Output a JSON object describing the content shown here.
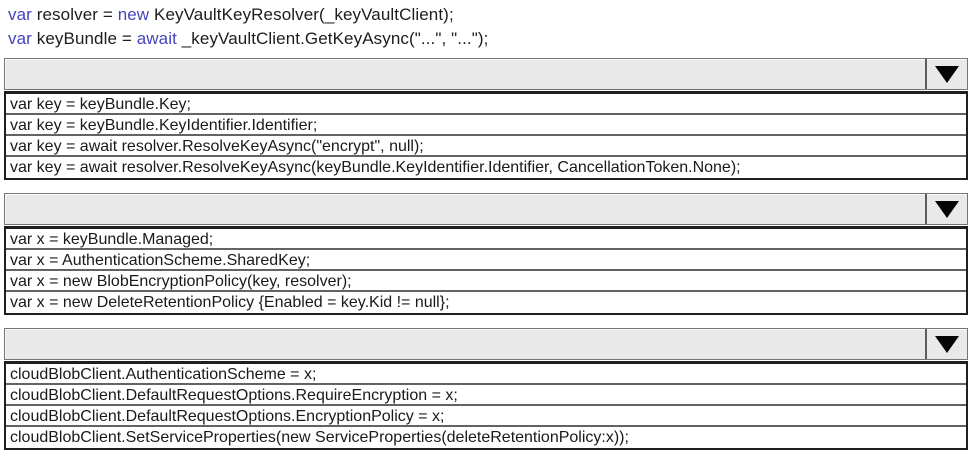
{
  "colors": {
    "keyword_blue": "#4444bb",
    "code_text": "#1c1c1c",
    "dropdown_background": "#e9e9e9",
    "dropdown_border": "#757575",
    "list_border": "#1f1f1f",
    "row_divider": "#636363",
    "arrow_color": "#050505"
  },
  "code_header": {
    "line1": {
      "kw1": "var",
      "t1": " resolver = ",
      "kw2": "new",
      "t2": " KeyVaultKeyResolver(_keyVaultClient);"
    },
    "line2": {
      "kw1": "var",
      "t1": " keyBundle = ",
      "kw2": "await",
      "t2": " _keyVaultClient.GetKeyAsync(\"...\", \"...\");"
    }
  },
  "sections": [
    {
      "name": "key-assignment",
      "dropdown": {
        "selected_value": "",
        "arrow_icon": "dropdown-arrow"
      },
      "options": [
        "var key = keyBundle.Key;",
        "var key = keyBundle.KeyIdentifier.Identifier;",
        "var key = await resolver.ResolveKeyAsync(\"encrypt\", null);",
        "var key = await resolver.ResolveKeyAsync(keyBundle.KeyIdentifier.Identifier, CancellationToken.None);"
      ]
    },
    {
      "name": "x-assignment",
      "dropdown": {
        "selected_value": "",
        "arrow_icon": "dropdown-arrow"
      },
      "options": [
        "var x = keyBundle.Managed;",
        "var x = AuthenticationScheme.SharedKey;",
        "var x = new BlobEncryptionPolicy(key, resolver);",
        "var x = new DeleteRetentionPolicy {Enabled = key.Kid != null};"
      ]
    },
    {
      "name": "client-configuration",
      "dropdown": {
        "selected_value": "",
        "arrow_icon": "dropdown-arrow"
      },
      "options": [
        "cloudBlobClient.AuthenticationScheme = x;",
        "cloudBlobClient.DefaultRequestOptions.RequireEncryption = x;",
        "cloudBlobClient.DefaultRequestOptions.EncryptionPolicy = x;",
        "cloudBlobClient.SetServiceProperties(new ServiceProperties(deleteRetentionPolicy:x));"
      ]
    }
  ]
}
